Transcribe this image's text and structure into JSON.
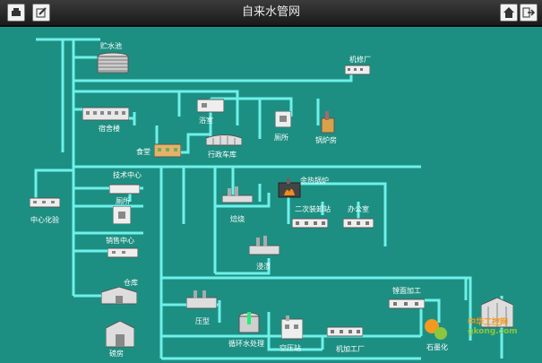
{
  "window": {
    "title": "自来水管网"
  },
  "icons": {
    "left": [
      "print-icon",
      "edit-icon"
    ],
    "right": [
      "home-icon",
      "exit-icon"
    ]
  },
  "facilities": {
    "reservoir": "贮水池",
    "machine_shop": "机修厂",
    "dormitory": "宿舍楼",
    "bathroom": "浴室",
    "toilet_top": "厕所",
    "boiler_room": "锅炉房",
    "canteen": "食堂",
    "admin_garage": "行政车库",
    "tech_center": "技术中心",
    "toilet_mid": "厕所",
    "central_lab": "中心化验",
    "sales_center": "销售中心",
    "waste_heat_boiler": "余热锅炉",
    "roasting": "焙烧",
    "secondary_loading": "二次装卸站",
    "office": "办公室",
    "leaching": "浸渍",
    "warehouse": "仓库",
    "hall": "磅房",
    "press_molding": "压型",
    "circulating_water": "循环水处理",
    "air_compressor": "空压站",
    "machining_plant": "机加工厂",
    "polishing": "镗面加工",
    "graphitization": "石墨化"
  },
  "watermark": {
    "line1": "中华工控网",
    "line2": "gkong.com"
  }
}
